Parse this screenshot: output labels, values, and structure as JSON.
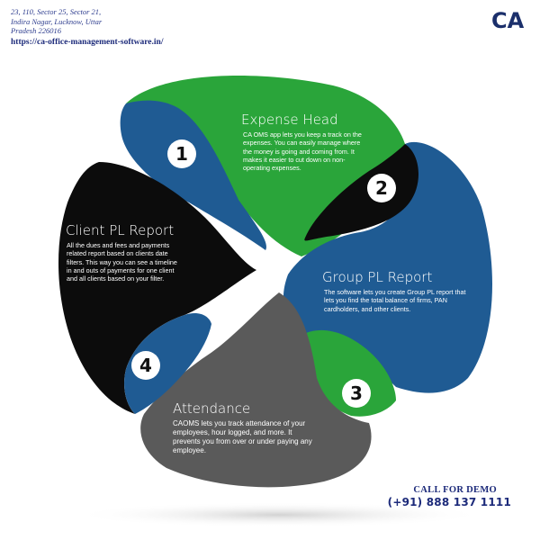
{
  "header": {
    "address_lines": [
      "23, 110, Sector 25, Sector 21,",
      "Indira Nagar, Lucknow, Uttar",
      "Pradesh 226016"
    ],
    "website": "https://ca-office-management-software.in/",
    "logo_text": "CA"
  },
  "segments": [
    {
      "number": "1",
      "heading": "Expense Head",
      "body": "CA OMS app lets you keep a track on the expenses. You can easily manage where the money is going and coming from. It makes it easier to cut down on non-operating expenses.",
      "color": "#2aa53a"
    },
    {
      "number": "2",
      "heading": "Group PL Report",
      "body": "The software lets you create Group PL report that lets you find the total balance of firms, PAN cardholders, and other clients.",
      "color": "#1f5b93"
    },
    {
      "number": "3",
      "heading": "Attendance",
      "body": "CAOMS lets you track attendance of your employees, hour logged, and more. It prevents you from over or under paying any employee.",
      "color": "#5a5a5a"
    },
    {
      "number": "4",
      "heading": "Client PL Report",
      "body": "All the dues and fees and payments related report based on clients date filters. This way you can see a timeline in and outs of payments for one client and all clients based on your filter.",
      "color": "#0c0c0c"
    }
  ],
  "cta": {
    "label": "CALL FOR DEMO",
    "phone": "(+91) 888 137 1111"
  }
}
